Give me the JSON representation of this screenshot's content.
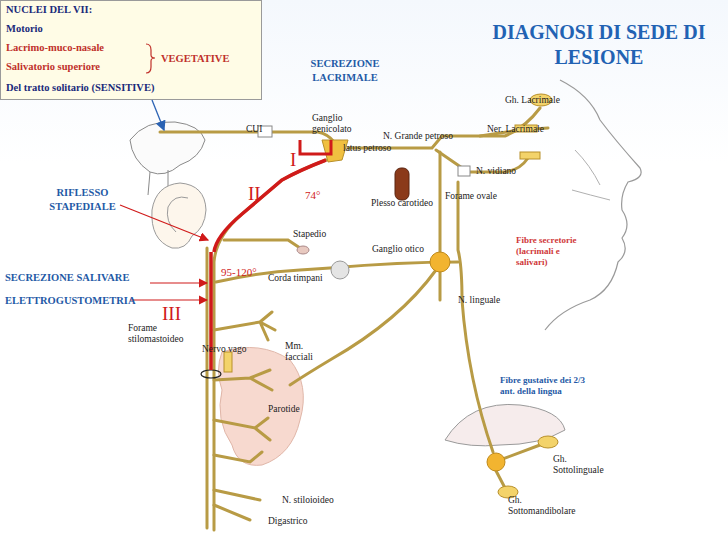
{
  "diagram": {
    "title": "DIAGNOSI DI SEDE DI LESIONE",
    "nodes": [
      {
        "text": [
          "NUCLEI DEL VII:",
          "Motorio",
          "Lacrimo-muco-nasale",
          "Salivatorio superiore",
          "VEGETATIVE",
          "Del tratto solitario (SENSITIVE)"
        ]
      }
    ],
    "labels": [
      "SECREZIONE LACRIMALE",
      "Ganglio genicolato",
      "CUI",
      "N. Grande petroso",
      "Ner. Lacrimale",
      "Gh. Lacrimale",
      "latus petroso",
      "N. vidiano",
      "Plesso carotideo",
      "Forame ovale",
      "Stapedio",
      "Ganglio otico",
      "Fibre secretorie (lacrimali e salivari)",
      "Corda timpani",
      "N. linguale",
      "Forame stilomastoideo",
      "Nervo vago",
      "Mm. facciali",
      "Fibre gustative dei 2/3 ant. della lingua",
      "Parotide",
      "Gh. Sottolinguale",
      "Gh. Sottomandibolare",
      "N. stiloioideo",
      "Digastrico",
      "RIFLESSO STAPEDIALE",
      "SECREZIONE SALIVARE",
      "ELETTROGUSTOMETRIA",
      "I",
      "II",
      "III",
      "74°",
      "95-120°"
    ]
  }
}
